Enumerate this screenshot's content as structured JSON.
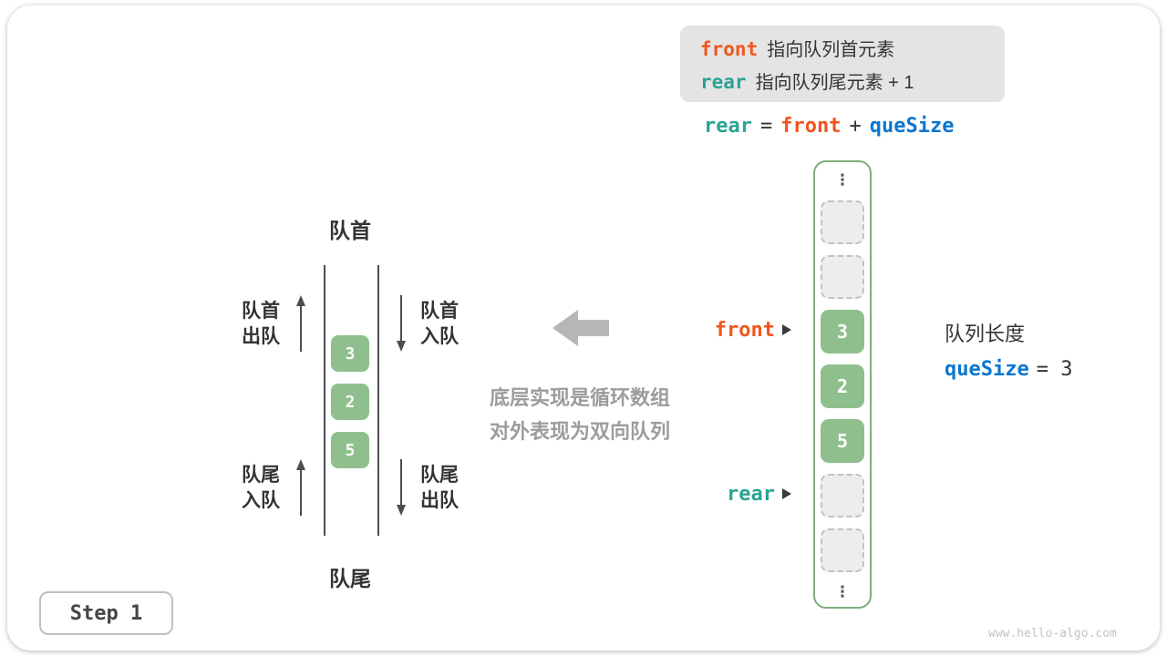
{
  "legend": {
    "front_keyword": "front",
    "front_desc": "指向队列首元素",
    "rear_keyword": "rear",
    "rear_desc": "指向队列尾元素 + 1"
  },
  "formula": {
    "rear": "rear",
    "equals": "=",
    "front": "front",
    "plus": "+",
    "queSize": "queSize"
  },
  "deque_diagram": {
    "head_label": "队首",
    "tail_label": "队尾",
    "values": [
      "3",
      "2",
      "5"
    ],
    "head_out": {
      "line1": "队首",
      "line2": "出队"
    },
    "head_in": {
      "line1": "队首",
      "line2": "入队"
    },
    "tail_in": {
      "line1": "队尾",
      "line2": "入队"
    },
    "tail_out": {
      "line1": "队尾",
      "line2": "出队"
    }
  },
  "note": {
    "line1": "底层实现是循环数组",
    "line2": "对外表现为双向队列"
  },
  "array_view": {
    "ellipsis": "⋮",
    "front_pointer": "front",
    "rear_pointer": "rear",
    "cells": [
      {
        "type": "empty",
        "value": ""
      },
      {
        "type": "empty",
        "value": ""
      },
      {
        "type": "filled",
        "value": "3"
      },
      {
        "type": "filled",
        "value": "2"
      },
      {
        "type": "filled",
        "value": "5"
      },
      {
        "type": "empty",
        "value": ""
      },
      {
        "type": "empty",
        "value": ""
      }
    ]
  },
  "info": {
    "length_label": "队列长度",
    "queSize_keyword": "queSize",
    "queSize_value": "= 3"
  },
  "footer": {
    "step_label": "Step 1",
    "watermark": "www.hello-algo.com"
  },
  "colors": {
    "front_orange": "#f0561d",
    "rear_teal": "#2ba394",
    "size_blue": "#0b76d1",
    "cell_green": "#8fbf8d",
    "note_gray": "#9c9c9c"
  }
}
